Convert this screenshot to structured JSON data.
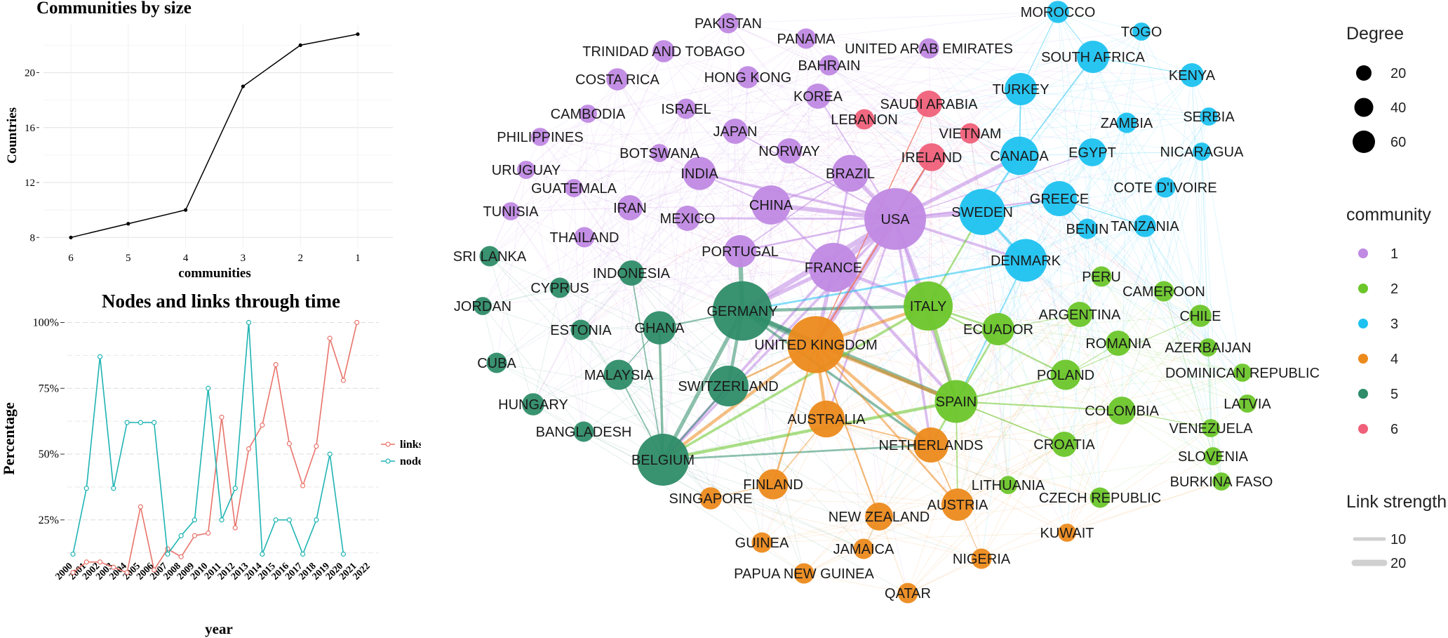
{
  "chart_data": [
    {
      "type": "line",
      "title": "Communities by size",
      "xlabel": "communities",
      "ylabel": "Countries",
      "categories": [
        "6",
        "5",
        "4",
        "3",
        "2",
        "1"
      ],
      "values": [
        8,
        9,
        10,
        19,
        22,
        22.8
      ],
      "yticks": [
        "8",
        "12",
        "16",
        "20"
      ],
      "ylim": [
        7.3,
        23.5
      ],
      "grid": true,
      "color": "#000000"
    },
    {
      "type": "line",
      "title": "Nodes and links through time",
      "xlabel": "year",
      "ylabel": "Percentage",
      "categories": [
        "2000",
        "2001",
        "2002",
        "2003",
        "2004",
        "2005",
        "2006",
        "2007",
        "2008",
        "2009",
        "2010",
        "2011",
        "2012",
        "2013",
        "2014",
        "2015",
        "2016",
        "2017",
        "2018",
        "2019",
        "2020",
        "2021",
        "2022"
      ],
      "yticks": [
        "25%",
        "50%",
        "75%",
        "100%"
      ],
      "ylim": [
        10,
        102
      ],
      "grid": true,
      "legend_position": "right",
      "series": [
        {
          "name": "links",
          "color": "#e8736a",
          "values": [
            5,
            9,
            9,
            7,
            5,
            30,
            6,
            14,
            11,
            19,
            20,
            64,
            22,
            52,
            61,
            84,
            54,
            38,
            53,
            94,
            78,
            100,
            null
          ]
        },
        {
          "name": "nodes",
          "color": "#1fb3b3",
          "values": [
            12,
            37,
            87,
            37,
            62,
            62,
            62,
            12,
            19,
            25,
            75,
            25,
            37,
            100,
            12,
            25,
            25,
            12,
            25,
            50,
            12,
            null,
            null
          ]
        }
      ]
    },
    {
      "type": "network",
      "legend": {
        "degree": {
          "title": "Degree",
          "entries": [
            "20",
            "40",
            "60"
          ]
        },
        "community": {
          "title": "community",
          "entries": [
            {
              "label": "1",
              "color": "#c089e3"
            },
            {
              "label": "2",
              "color": "#6cc62a"
            },
            {
              "label": "3",
              "color": "#1ec2f0"
            },
            {
              "label": "4",
              "color": "#ec8a1c"
            },
            {
              "label": "5",
              "color": "#2e8c68"
            },
            {
              "label": "6",
              "color": "#f0607a"
            }
          ]
        },
        "link_strength": {
          "title": "Link strength",
          "entries": [
            "10",
            "20"
          ]
        }
      },
      "nodes": [
        {
          "label": "PAKISTAN",
          "community": 1,
          "degree": 3
        },
        {
          "label": "PANAMA",
          "community": 1,
          "degree": 3
        },
        {
          "label": "UNITED ARAB EMIRATES",
          "community": 1,
          "degree": 3
        },
        {
          "label": "TRINIDAD AND TOBAGO",
          "community": 1,
          "degree": 4
        },
        {
          "label": "BAHRAIN",
          "community": 1,
          "degree": 3
        },
        {
          "label": "HONG KONG",
          "community": 1,
          "degree": 4
        },
        {
          "label": "COSTA RICA",
          "community": 1,
          "degree": 4
        },
        {
          "label": "KOREA",
          "community": 1,
          "degree": 6
        },
        {
          "label": "ISRAEL",
          "community": 1,
          "degree": 3
        },
        {
          "label": "CAMBODIA",
          "community": 1,
          "degree": 2
        },
        {
          "label": "JAPAN",
          "community": 1,
          "degree": 6
        },
        {
          "label": "PHILIPPINES",
          "community": 1,
          "degree": 2
        },
        {
          "label": "NORWAY",
          "community": 1,
          "degree": 6
        },
        {
          "label": "BOTSWANA",
          "community": 1,
          "degree": 2
        },
        {
          "label": "INDIA",
          "community": 1,
          "degree": 13
        },
        {
          "label": "BRAZIL",
          "community": 1,
          "degree": 17
        },
        {
          "label": "URUGUAY",
          "community": 1,
          "degree": 2
        },
        {
          "label": "GUATEMALA",
          "community": 1,
          "degree": 2
        },
        {
          "label": "TUNISIA",
          "community": 1,
          "degree": 2
        },
        {
          "label": "IRAN",
          "community": 1,
          "degree": 6
        },
        {
          "label": "MEXICO",
          "community": 1,
          "degree": 6
        },
        {
          "label": "CHINA",
          "community": 1,
          "degree": 20
        },
        {
          "label": "USA",
          "community": 1,
          "degree": 60
        },
        {
          "label": "THAILAND",
          "community": 1,
          "degree": 3
        },
        {
          "label": "PORTUGAL",
          "community": 1,
          "degree": 12
        },
        {
          "label": "FRANCE",
          "community": 1,
          "degree": 35
        },
        {
          "label": "MOROCCO",
          "community": 3,
          "degree": 4
        },
        {
          "label": "TOGO",
          "community": 3,
          "degree": 2
        },
        {
          "label": "SOUTH AFRICA",
          "community": 3,
          "degree": 12
        },
        {
          "label": "KENYA",
          "community": 3,
          "degree": 5
        },
        {
          "label": "TURKEY",
          "community": 3,
          "degree": 12
        },
        {
          "label": "ZAMBIA",
          "community": 3,
          "degree": 3
        },
        {
          "label": "SERBIA",
          "community": 3,
          "degree": 2
        },
        {
          "label": "CANADA",
          "community": 3,
          "degree": 19
        },
        {
          "label": "EGYPT",
          "community": 3,
          "degree": 8
        },
        {
          "label": "NICARAGUA",
          "community": 3,
          "degree": 2
        },
        {
          "label": "COTE D'IVOIRE",
          "community": 3,
          "degree": 3
        },
        {
          "label": "GREECE",
          "community": 3,
          "degree": 15
        },
        {
          "label": "SWEDEN",
          "community": 3,
          "degree": 30
        },
        {
          "label": "BENIN",
          "community": 3,
          "degree": 3
        },
        {
          "label": "TANZANIA",
          "community": 3,
          "degree": 4
        },
        {
          "label": "DENMARK",
          "community": 3,
          "degree": 25
        },
        {
          "label": "SAUDI ARABIA",
          "community": 6,
          "degree": 7
        },
        {
          "label": "LEBANON",
          "community": 6,
          "degree": 3
        },
        {
          "label": "VIETNAM",
          "community": 6,
          "degree": 3
        },
        {
          "label": "IRELAND",
          "community": 6,
          "degree": 8
        },
        {
          "label": "SRI LANKA",
          "community": 5,
          "degree": 3
        },
        {
          "label": "CYPRUS",
          "community": 5,
          "degree": 3
        },
        {
          "label": "INDONESIA",
          "community": 5,
          "degree": 6
        },
        {
          "label": "JORDAN",
          "community": 5,
          "degree": 2
        },
        {
          "label": "GERMANY",
          "community": 5,
          "degree": 55
        },
        {
          "label": "ESTONIA",
          "community": 5,
          "degree": 3
        },
        {
          "label": "GHANA",
          "community": 5,
          "degree": 13
        },
        {
          "label": "CUBA",
          "community": 5,
          "degree": 3
        },
        {
          "label": "MALAYSIA",
          "community": 5,
          "degree": 10
        },
        {
          "label": "SWITZERLAND",
          "community": 5,
          "degree": 22
        },
        {
          "label": "HUNGARY",
          "community": 5,
          "degree": 4
        },
        {
          "label": "BANGLADESH",
          "community": 5,
          "degree": 3
        },
        {
          "label": "BELGIUM",
          "community": 5,
          "degree": 40
        },
        {
          "label": "UNITED KINGDOM",
          "community": 4,
          "degree": 50
        },
        {
          "label": "AUSTRALIA",
          "community": 4,
          "degree": 17
        },
        {
          "label": "NETHERLANDS",
          "community": 4,
          "degree": 15
        },
        {
          "label": "FINLAND",
          "community": 4,
          "degree": 10
        },
        {
          "label": "SINGAPORE",
          "community": 4,
          "degree": 4
        },
        {
          "label": "NEW ZEALAND",
          "community": 4,
          "degree": 8
        },
        {
          "label": "AUSTRIA",
          "community": 4,
          "degree": 12
        },
        {
          "label": "GUINEA",
          "community": 4,
          "degree": 3
        },
        {
          "label": "JAMAICA",
          "community": 4,
          "degree": 3
        },
        {
          "label": "KUWAIT",
          "community": 4,
          "degree": 2
        },
        {
          "label": "NIGERIA",
          "community": 4,
          "degree": 3
        },
        {
          "label": "PAPUA NEW GUINEA",
          "community": 4,
          "degree": 3
        },
        {
          "label": "QATAR",
          "community": 4,
          "degree": 3
        },
        {
          "label": "ITALY",
          "community": 2,
          "degree": 35
        },
        {
          "label": "PERU",
          "community": 2,
          "degree": 3
        },
        {
          "label": "CAMEROON",
          "community": 2,
          "degree": 3
        },
        {
          "label": "ARGENTINA",
          "community": 2,
          "degree": 6
        },
        {
          "label": "CHILE",
          "community": 2,
          "degree": 4
        },
        {
          "label": "ECUADOR",
          "community": 2,
          "degree": 12
        },
        {
          "label": "ROMANIA",
          "community": 2,
          "degree": 6
        },
        {
          "label": "AZERBAIJAN",
          "community": 2,
          "degree": 2
        },
        {
          "label": "POLAND",
          "community": 2,
          "degree": 10
        },
        {
          "label": "DOMINICAN REPUBLIC",
          "community": 2,
          "degree": 2
        },
        {
          "label": "SPAIN",
          "community": 2,
          "degree": 25
        },
        {
          "label": "LATVIA",
          "community": 2,
          "degree": 2
        },
        {
          "label": "COLOMBIA",
          "community": 2,
          "degree": 8
        },
        {
          "label": "VENEZUELA",
          "community": 2,
          "degree": 2
        },
        {
          "label": "CROATIA",
          "community": 2,
          "degree": 6
        },
        {
          "label": "SLOVENIA",
          "community": 2,
          "degree": 2
        },
        {
          "label": "LITHUANIA",
          "community": 2,
          "degree": 2
        },
        {
          "label": "BURKINA FASO",
          "community": 2,
          "degree": 2
        },
        {
          "label": "CZECH REPUBLIC",
          "community": 2,
          "degree": 3
        }
      ],
      "edges": [
        [
          "USA",
          "FRANCE",
          20
        ],
        [
          "USA",
          "CHINA",
          14
        ],
        [
          "USA",
          "BRAZIL",
          12
        ],
        [
          "USA",
          "GERMANY",
          16
        ],
        [
          "USA",
          "UNITED KINGDOM",
          18
        ],
        [
          "USA",
          "SWEDEN",
          12
        ],
        [
          "USA",
          "CANADA",
          12
        ],
        [
          "USA",
          "ITALY",
          10
        ],
        [
          "USA",
          "SPAIN",
          8
        ],
        [
          "USA",
          "DENMARK",
          8
        ],
        [
          "USA",
          "INDIA",
          8
        ],
        [
          "USA",
          "MEXICO",
          6
        ],
        [
          "USA",
          "IRELAND",
          6
        ],
        [
          "USA",
          "NETHERLANDS",
          8
        ],
        [
          "USA",
          "GREECE",
          5
        ],
        [
          "USA",
          "KOREA",
          4
        ],
        [
          "USA",
          "JAPAN",
          4
        ],
        [
          "USA",
          "AUSTRALIA",
          6
        ],
        [
          "USA",
          "BELGIUM",
          8
        ],
        [
          "USA",
          "PORTUGAL",
          6
        ],
        [
          "FRANCE",
          "GERMANY",
          12
        ],
        [
          "FRANCE",
          "UNITED KINGDOM",
          12
        ],
        [
          "FRANCE",
          "ITALY",
          10
        ],
        [
          "FRANCE",
          "SPAIN",
          10
        ],
        [
          "FRANCE",
          "BRAZIL",
          6
        ],
        [
          "FRANCE",
          "CHINA",
          6
        ],
        [
          "FRANCE",
          "PORTUGAL",
          6
        ],
        [
          "FRANCE",
          "BELGIUM",
          8
        ],
        [
          "GERMANY",
          "UNITED KINGDOM",
          18
        ],
        [
          "GERMANY",
          "ITALY",
          10
        ],
        [
          "GERMANY",
          "SPAIN",
          14
        ],
        [
          "GERMANY",
          "BELGIUM",
          12
        ],
        [
          "GERMANY",
          "SWITZERLAND",
          10
        ],
        [
          "GERMANY",
          "NETHERLANDS",
          8
        ],
        [
          "GERMANY",
          "GHANA",
          5
        ],
        [
          "GERMANY",
          "PORTUGAL",
          14
        ],
        [
          "UNITED KINGDOM",
          "ITALY",
          10
        ],
        [
          "UNITED KINGDOM",
          "SPAIN",
          12
        ],
        [
          "UNITED KINGDOM",
          "AUSTRALIA",
          10
        ],
        [
          "UNITED KINGDOM",
          "NETHERLANDS",
          10
        ],
        [
          "UNITED KINGDOM",
          "AUSTRIA",
          6
        ],
        [
          "UNITED KINGDOM",
          "BELGIUM",
          10
        ],
        [
          "UNITED KINGDOM",
          "FINLAND",
          6
        ],
        [
          "UNITED KINGDOM",
          "SWITZERLAND",
          6
        ],
        [
          "UNITED KINGDOM",
          "NEW ZEALAND",
          5
        ],
        [
          "UNITED KINGDOM",
          "IRELAND",
          5
        ],
        [
          "UNITED KINGDOM",
          "SAUDI ARABIA",
          3
        ],
        [
          "ITALY",
          "SPAIN",
          12
        ],
        [
          "ITALY",
          "ECUADOR",
          6
        ],
        [
          "ITALY",
          "POLAND",
          5
        ],
        [
          "ITALY",
          "BELGIUM",
          8
        ],
        [
          "ITALY",
          "SWEDEN",
          6
        ],
        [
          "SPAIN",
          "COLOMBIA",
          5
        ],
        [
          "SPAIN",
          "POLAND",
          6
        ],
        [
          "SPAIN",
          "CROATIA",
          4
        ],
        [
          "SPAIN",
          "NETHERLANDS",
          6
        ],
        [
          "SPAIN",
          "ECUADOR",
          6
        ],
        [
          "SPAIN",
          "BELGIUM",
          10
        ],
        [
          "SPAIN",
          "AUSTRIA",
          4
        ],
        [
          "BELGIUM",
          "GHANA",
          8
        ],
        [
          "BELGIUM",
          "INDONESIA",
          4
        ],
        [
          "BELGIUM",
          "MALAYSIA",
          4
        ],
        [
          "BELGIUM",
          "NETHERLANDS",
          6
        ],
        [
          "SWEDEN",
          "DENMARK",
          8
        ],
        [
          "SWEDEN",
          "CANADA",
          6
        ],
        [
          "SWEDEN",
          "GREECE",
          4
        ],
        [
          "CANADA",
          "TURKEY",
          4
        ],
        [
          "CANADA",
          "SOUTH AFRICA",
          4
        ],
        [
          "DENMARK",
          "GERMANY",
          6
        ],
        [
          "DENMARK",
          "SPAIN",
          4
        ],
        [
          "BRAZIL",
          "CHINA",
          5
        ],
        [
          "BRAZIL",
          "PORTUGAL",
          4
        ],
        [
          "INDIA",
          "CHINA",
          4
        ],
        [
          "AUSTRALIA",
          "NETHERLANDS",
          4
        ],
        [
          "AUSTRALIA",
          "FINLAND",
          3
        ],
        [
          "NETHERLANDS",
          "AUSTRIA",
          4
        ],
        [
          "SWITZERLAND",
          "BELGIUM",
          6
        ],
        [
          "SAUDI ARABIA",
          "UNITED KINGDOM",
          3
        ],
        [
          "IRELAND",
          "UNITED KINGDOM",
          4
        ],
        [
          "GHANA",
          "MALAYSIA",
          3
        ],
        [
          "SOUTH AFRICA",
          "KENYA",
          2
        ],
        [
          "SOUTH AFRICA",
          "MOROCCO",
          2
        ],
        [
          "GREECE",
          "BENIN",
          2
        ],
        [
          "GREECE",
          "TANZANIA",
          2
        ],
        [
          "POLAND",
          "ROMANIA",
          2
        ],
        [
          "POLAND",
          "CHILE",
          2
        ],
        [
          "ECUADOR",
          "ARGENTINA",
          2
        ],
        [
          "COLOMBIA",
          "VENEZUELA",
          2
        ],
        [
          "NEW ZEALAND",
          "JAMAICA",
          2
        ],
        [
          "AUSTRIA",
          "NIGERIA",
          2
        ],
        [
          "FINLAND",
          "SINGAPORE",
          2
        ],
        [
          "USA",
          "EGYPT",
          3
        ],
        [
          "TURKEY",
          "MOROCCO",
          2
        ]
      ]
    }
  ]
}
